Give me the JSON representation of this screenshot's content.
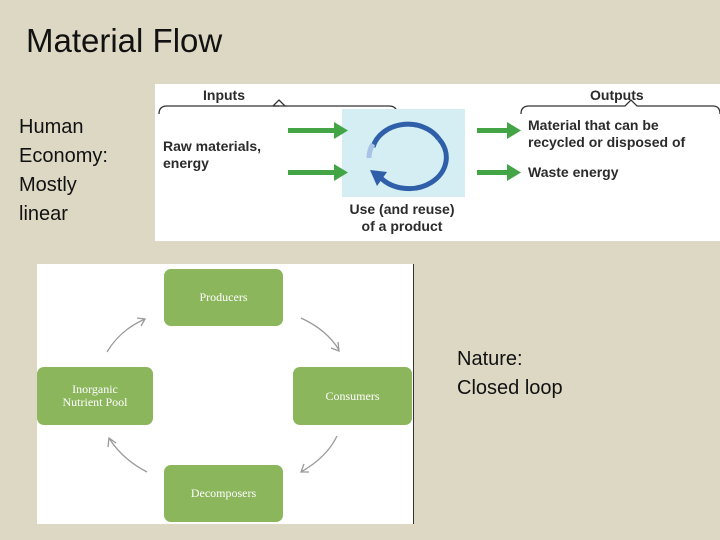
{
  "title": "Material Flow",
  "human_note": [
    "Human",
    "Economy:",
    "Mostly",
    "linear"
  ],
  "nature_note": [
    "Nature:",
    "Closed loop"
  ],
  "linear_diagram": {
    "inputs_header": "Inputs",
    "outputs_header": "Outputs",
    "input_label": [
      "Raw materials,",
      "energy"
    ],
    "process_label": [
      "Use (and reuse)",
      "of a product"
    ],
    "output_material": [
      "Material that can be",
      "recycled or disposed of"
    ],
    "output_waste": "Waste energy",
    "colors": {
      "arrow": "#43a546",
      "process_box": "#d4eef4",
      "cycle": "#2f5fa8"
    }
  },
  "cycle_diagram": {
    "producers": "Producers",
    "consumers": "Consumers",
    "decomposers": "Decomposers",
    "inorganic": [
      "Inorganic",
      "Nutrient Pool"
    ],
    "colors": {
      "box": "#8bb65c",
      "arrow": "#9a9a9a"
    }
  }
}
